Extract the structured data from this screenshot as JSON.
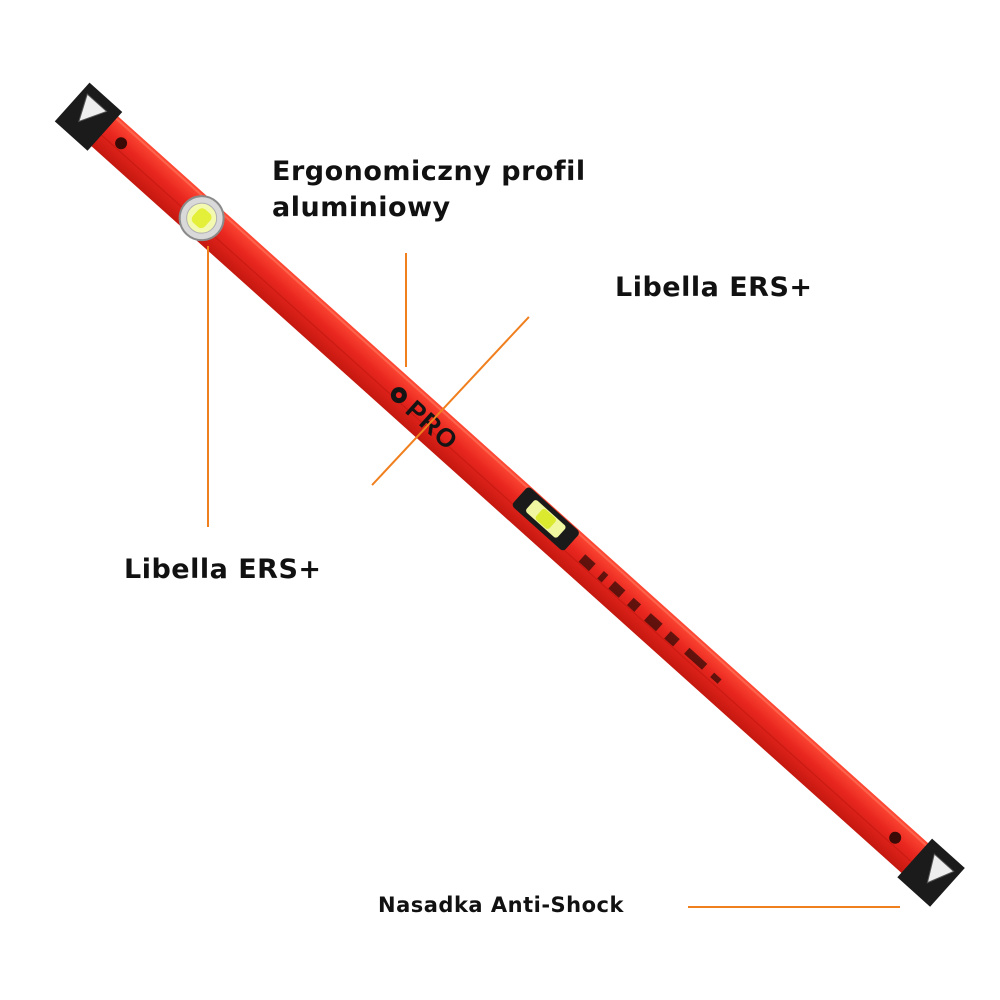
{
  "product": {
    "brand_text": "PRO",
    "body_color": "#e8261f",
    "body_highlight": "#ff5a3c",
    "end_cap_color": "#1a1a1a",
    "vial_color": "#e9f542"
  },
  "callouts": {
    "accent_color": "#f07f1e",
    "profile_line1": "Ergonomiczny profil",
    "profile_line2": "aluminiowy",
    "libella_right": "Libella ERS+",
    "libella_left": "Libella ERS+",
    "anti_shock": "Nasadka Anti-Shock"
  }
}
